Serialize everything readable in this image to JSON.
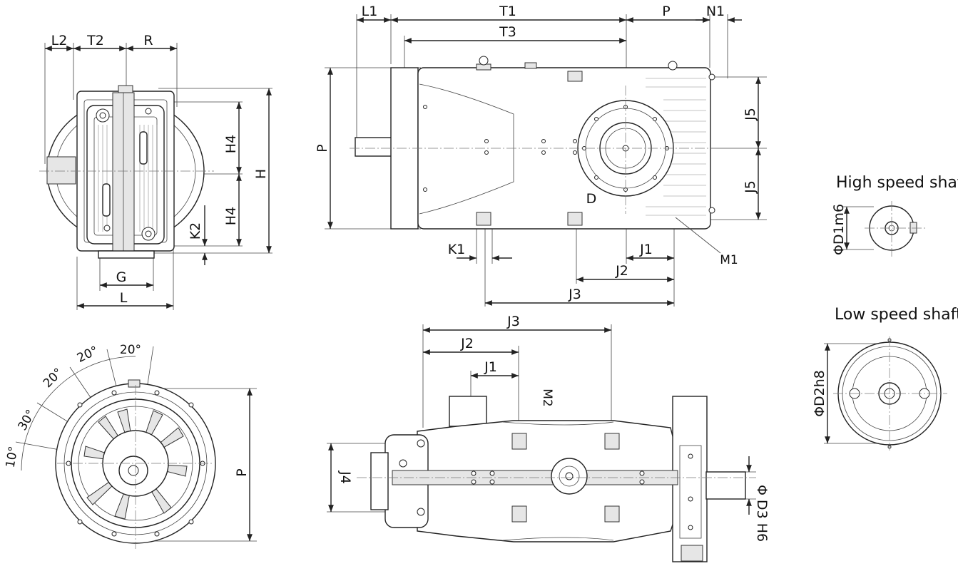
{
  "dimensions": {
    "side_view": {
      "l2": "L2",
      "t2": "T2",
      "r": "R",
      "h4_top": "H4",
      "h4_bottom": "H4",
      "h": "H",
      "k2": "K2",
      "g": "G",
      "l": "L"
    },
    "front_view": {
      "l1": "L1",
      "t1": "T1",
      "p_top": "P",
      "n1": "N1",
      "t3": "T3",
      "p_left": "P",
      "j5_top": "J5",
      "j5_bottom": "J5",
      "d": "D",
      "k1": "K1",
      "j1": "J1",
      "j2": "J2",
      "j3": "J3",
      "m1": "M1"
    },
    "end_view": {
      "angle_10": "10°",
      "angle_30": "30°",
      "angle_20a": "20°",
      "angle_20b": "20°",
      "angle_20c": "20°",
      "p": "P"
    },
    "bottom_view": {
      "j3": "J3",
      "j2": "J2",
      "j1": "J1",
      "m2": "M2",
      "j4": "J4",
      "d3": "Φ D3 H6"
    }
  },
  "details": {
    "high_speed": {
      "caption": "High speed shaft",
      "diameter": "ΦD1m6"
    },
    "low_speed": {
      "caption": "Low speed shaft",
      "diameter": "ΦD2h8"
    }
  }
}
